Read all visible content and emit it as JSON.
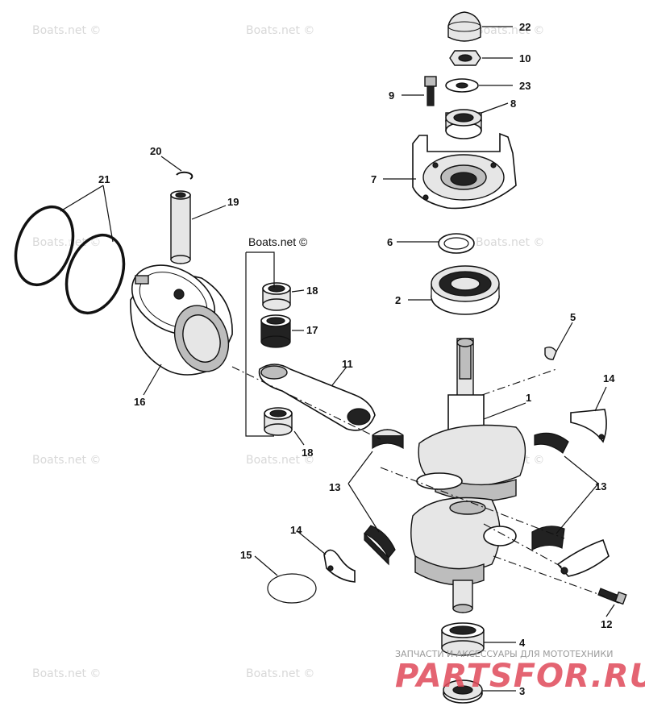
{
  "watermark": "Boats.net ©",
  "callouts": [
    "22",
    "10",
    "23",
    "9",
    "8",
    "7",
    "6",
    "2",
    "5",
    "1",
    "20",
    "19",
    "21",
    "18",
    "17",
    "16",
    "11",
    "18",
    "14",
    "13",
    "13",
    "14",
    "15",
    "12",
    "4",
    "3"
  ],
  "brand": {
    "tagline": "ЗАПЧАСТИ И АКСЕССУАРЫ ДЛЯ МОТОТЕХНИКИ",
    "name": "PARTSFOR.RU"
  }
}
